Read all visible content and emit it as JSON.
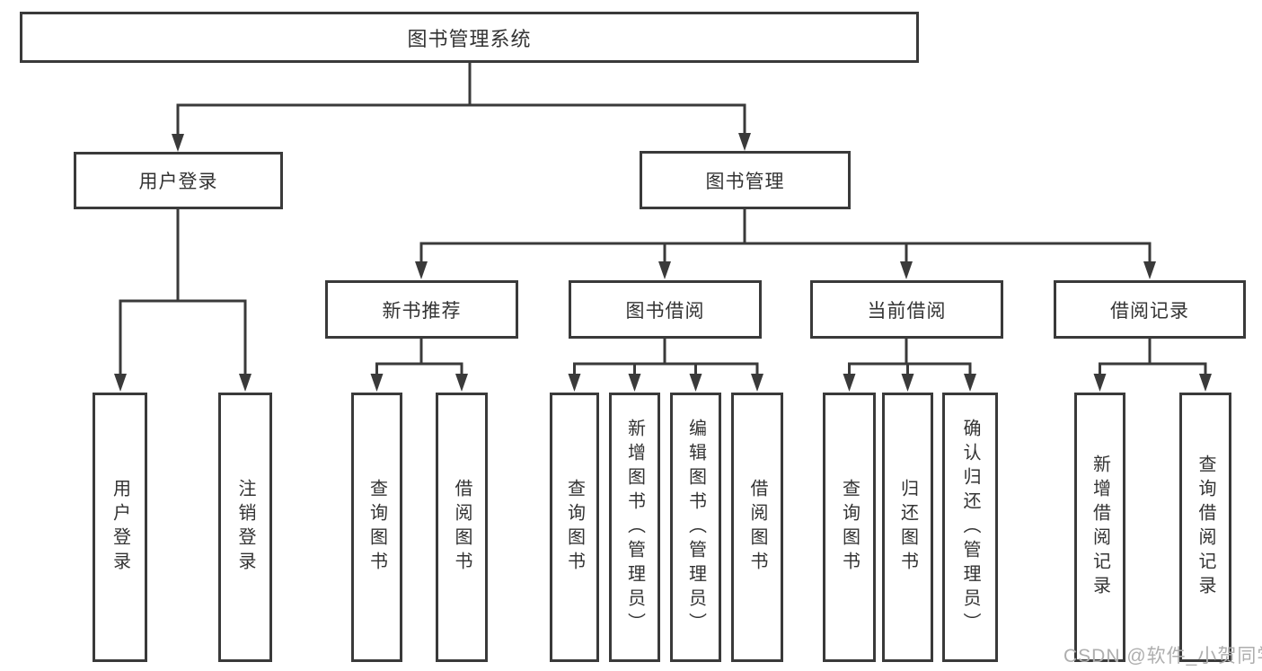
{
  "diagram": {
    "title": "图书管理系统",
    "root": {
      "label": "图书管理系统"
    },
    "branches": [
      {
        "label": "用户登录",
        "children": [
          {
            "label": "用户登录"
          },
          {
            "label": "注销登录"
          }
        ]
      },
      {
        "label": "图书管理",
        "groups": [
          {
            "label": "新书推荐",
            "children": [
              {
                "label": "查询图书"
              },
              {
                "label": "借阅图书"
              }
            ]
          },
          {
            "label": "图书借阅",
            "children": [
              {
                "label": "查询图书"
              },
              {
                "label": "新增图书（管理员）"
              },
              {
                "label": "编辑图书（管理员）"
              },
              {
                "label": "借阅图书"
              }
            ]
          },
          {
            "label": "当前借阅",
            "children": [
              {
                "label": "查询图书"
              },
              {
                "label": "归还图书"
              },
              {
                "label": "确认归还（管理员）"
              }
            ]
          },
          {
            "label": "借阅记录",
            "children": [
              {
                "label": "新增借阅记录"
              },
              {
                "label": "查询借阅记录"
              }
            ]
          }
        ]
      }
    ],
    "line_color": "#3a3a3a",
    "box_background": "#ffffff",
    "text_color": "#333333"
  },
  "watermark": {
    "text": "CSDN @软件_小贺同学"
  }
}
